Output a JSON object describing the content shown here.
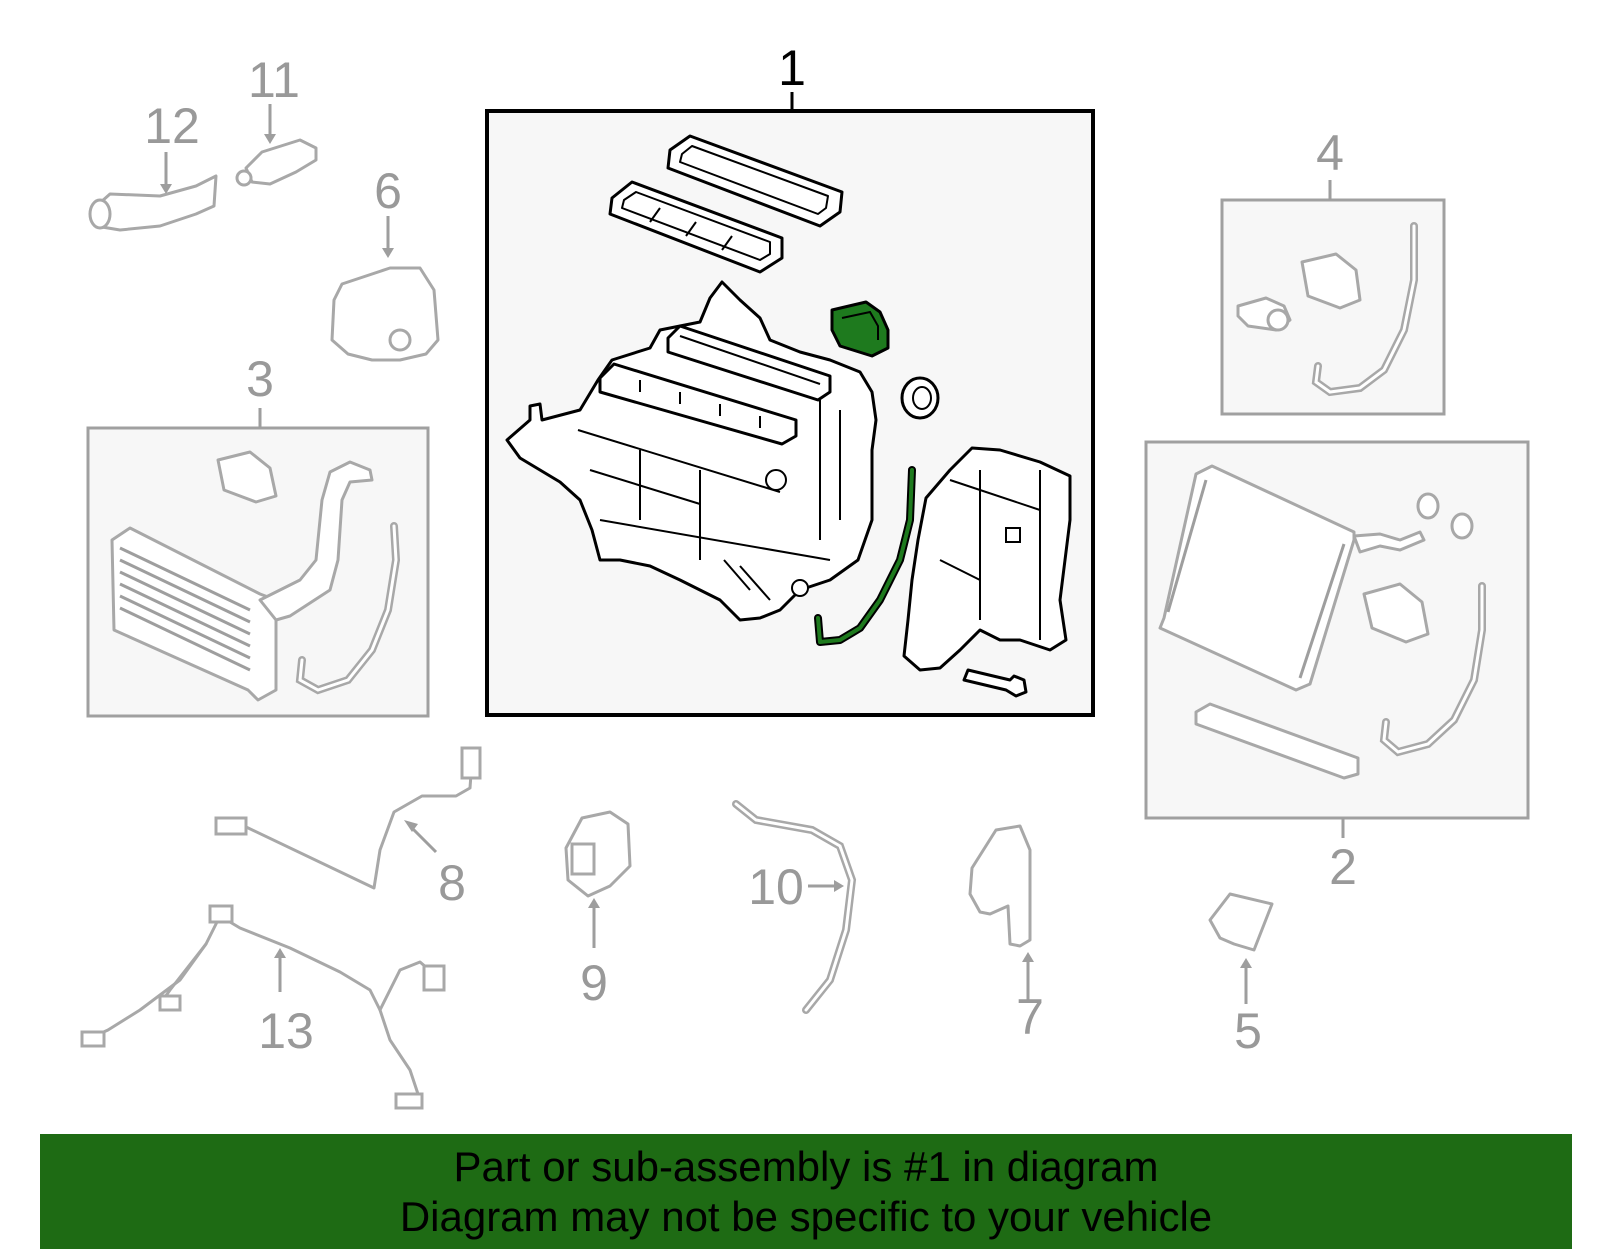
{
  "callouts": {
    "c1": "1",
    "c2": "2",
    "c3": "3",
    "c4": "4",
    "c5": "5",
    "c6": "6",
    "c7": "7",
    "c8": "8",
    "c9": "9",
    "c10": "10",
    "c11": "11",
    "c12": "12",
    "c13": "13"
  },
  "banner": {
    "line1": "Part or sub-assembly is #1 in diagram",
    "line2": "Diagram may not be specific to your vehicle"
  },
  "colors": {
    "highlight_green": "#1e7a1e",
    "banner_green": "#1e6b14",
    "callout_gray": "#999999",
    "box_gray": "#a0a0a0",
    "main_box_fill": "#f7f7f7"
  }
}
